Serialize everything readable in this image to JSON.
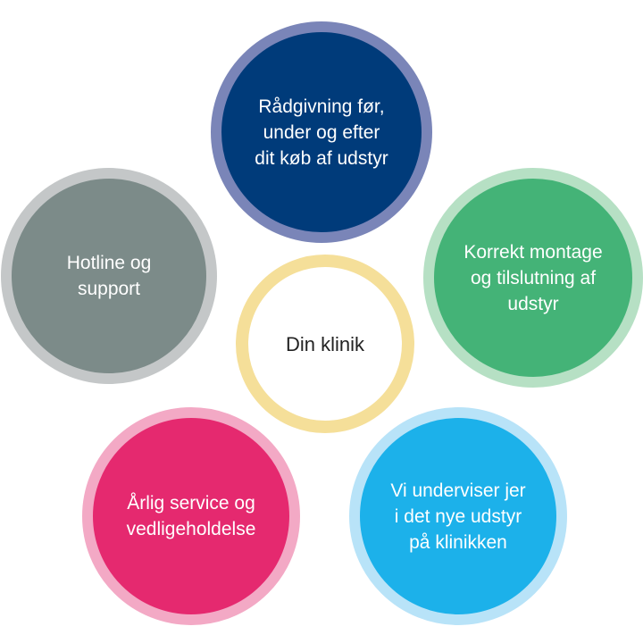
{
  "diagram": {
    "center": {
      "label": "Din klinik",
      "color": "#ffffff",
      "ring": "#f5df99"
    },
    "nodes": [
      {
        "id": "top",
        "label": "Rådgivning før,\nunder og efter\ndit køb af udstyr",
        "fill": "#003b7a",
        "ring": "#7a85b8"
      },
      {
        "id": "left",
        "label": "Hotline og\nsupport",
        "fill": "#7c8b89",
        "ring": "#c4c7c8"
      },
      {
        "id": "right",
        "label": "Korrekt montage\nog tilslutning af\nudstyr",
        "fill": "#44b377",
        "ring": "#b6e0c4"
      },
      {
        "id": "bottom-left",
        "label": "Årlig service og\nvedligeholdelse",
        "fill": "#e5296f",
        "ring": "#f3a9c5"
      },
      {
        "id": "bottom-right",
        "label": "Vi underviser jer\ni det nye udstyr\npå klinikken",
        "fill": "#1cb1ea",
        "ring": "#b8e3f8"
      }
    ]
  }
}
